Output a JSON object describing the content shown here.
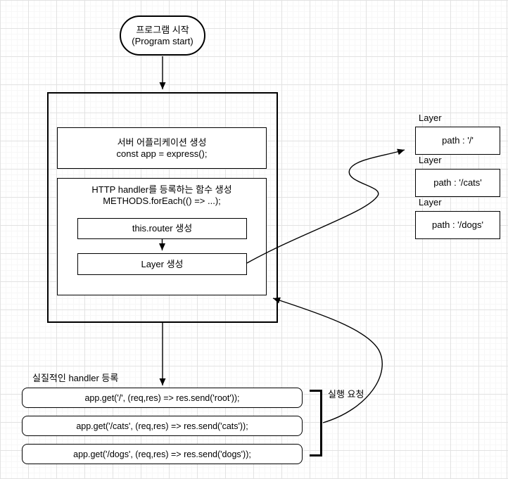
{
  "start_node": {
    "title": "프로그램 시작",
    "subtitle": "(Program start)"
  },
  "server_app_box": {
    "line1": "서버 어플리케이션 생성",
    "line2": "const app = express();"
  },
  "handler_box": {
    "line1": "HTTP handler를 등록하는 함수 생성",
    "line2": "METHODS.forEach(() => ...);"
  },
  "router_box": {
    "label": "this.router 생성"
  },
  "layer_create_box": {
    "label": "Layer 생성"
  },
  "layers": [
    {
      "title": "Layer",
      "path": "path : '/'"
    },
    {
      "title": "Layer",
      "path": "path : '/cats'"
    },
    {
      "title": "Layer",
      "path": "path : '/dogs'"
    }
  ],
  "handlers": {
    "section_label": "실질적인 handler 등록",
    "items": [
      {
        "code": "app.get('/', (req,res) => res.send('root'));"
      },
      {
        "code": "app.get('/cats', (req,res) => res.send('cats'));"
      },
      {
        "code": "app.get('/dogs', (req,res) => res.send('dogs'));"
      }
    ],
    "bracket_label": "실행 요청"
  },
  "colors": {
    "stroke": "#000000",
    "background": "#ffffff",
    "grid_minor": "#f7f7f7",
    "grid_major": "#e2e2e2"
  }
}
